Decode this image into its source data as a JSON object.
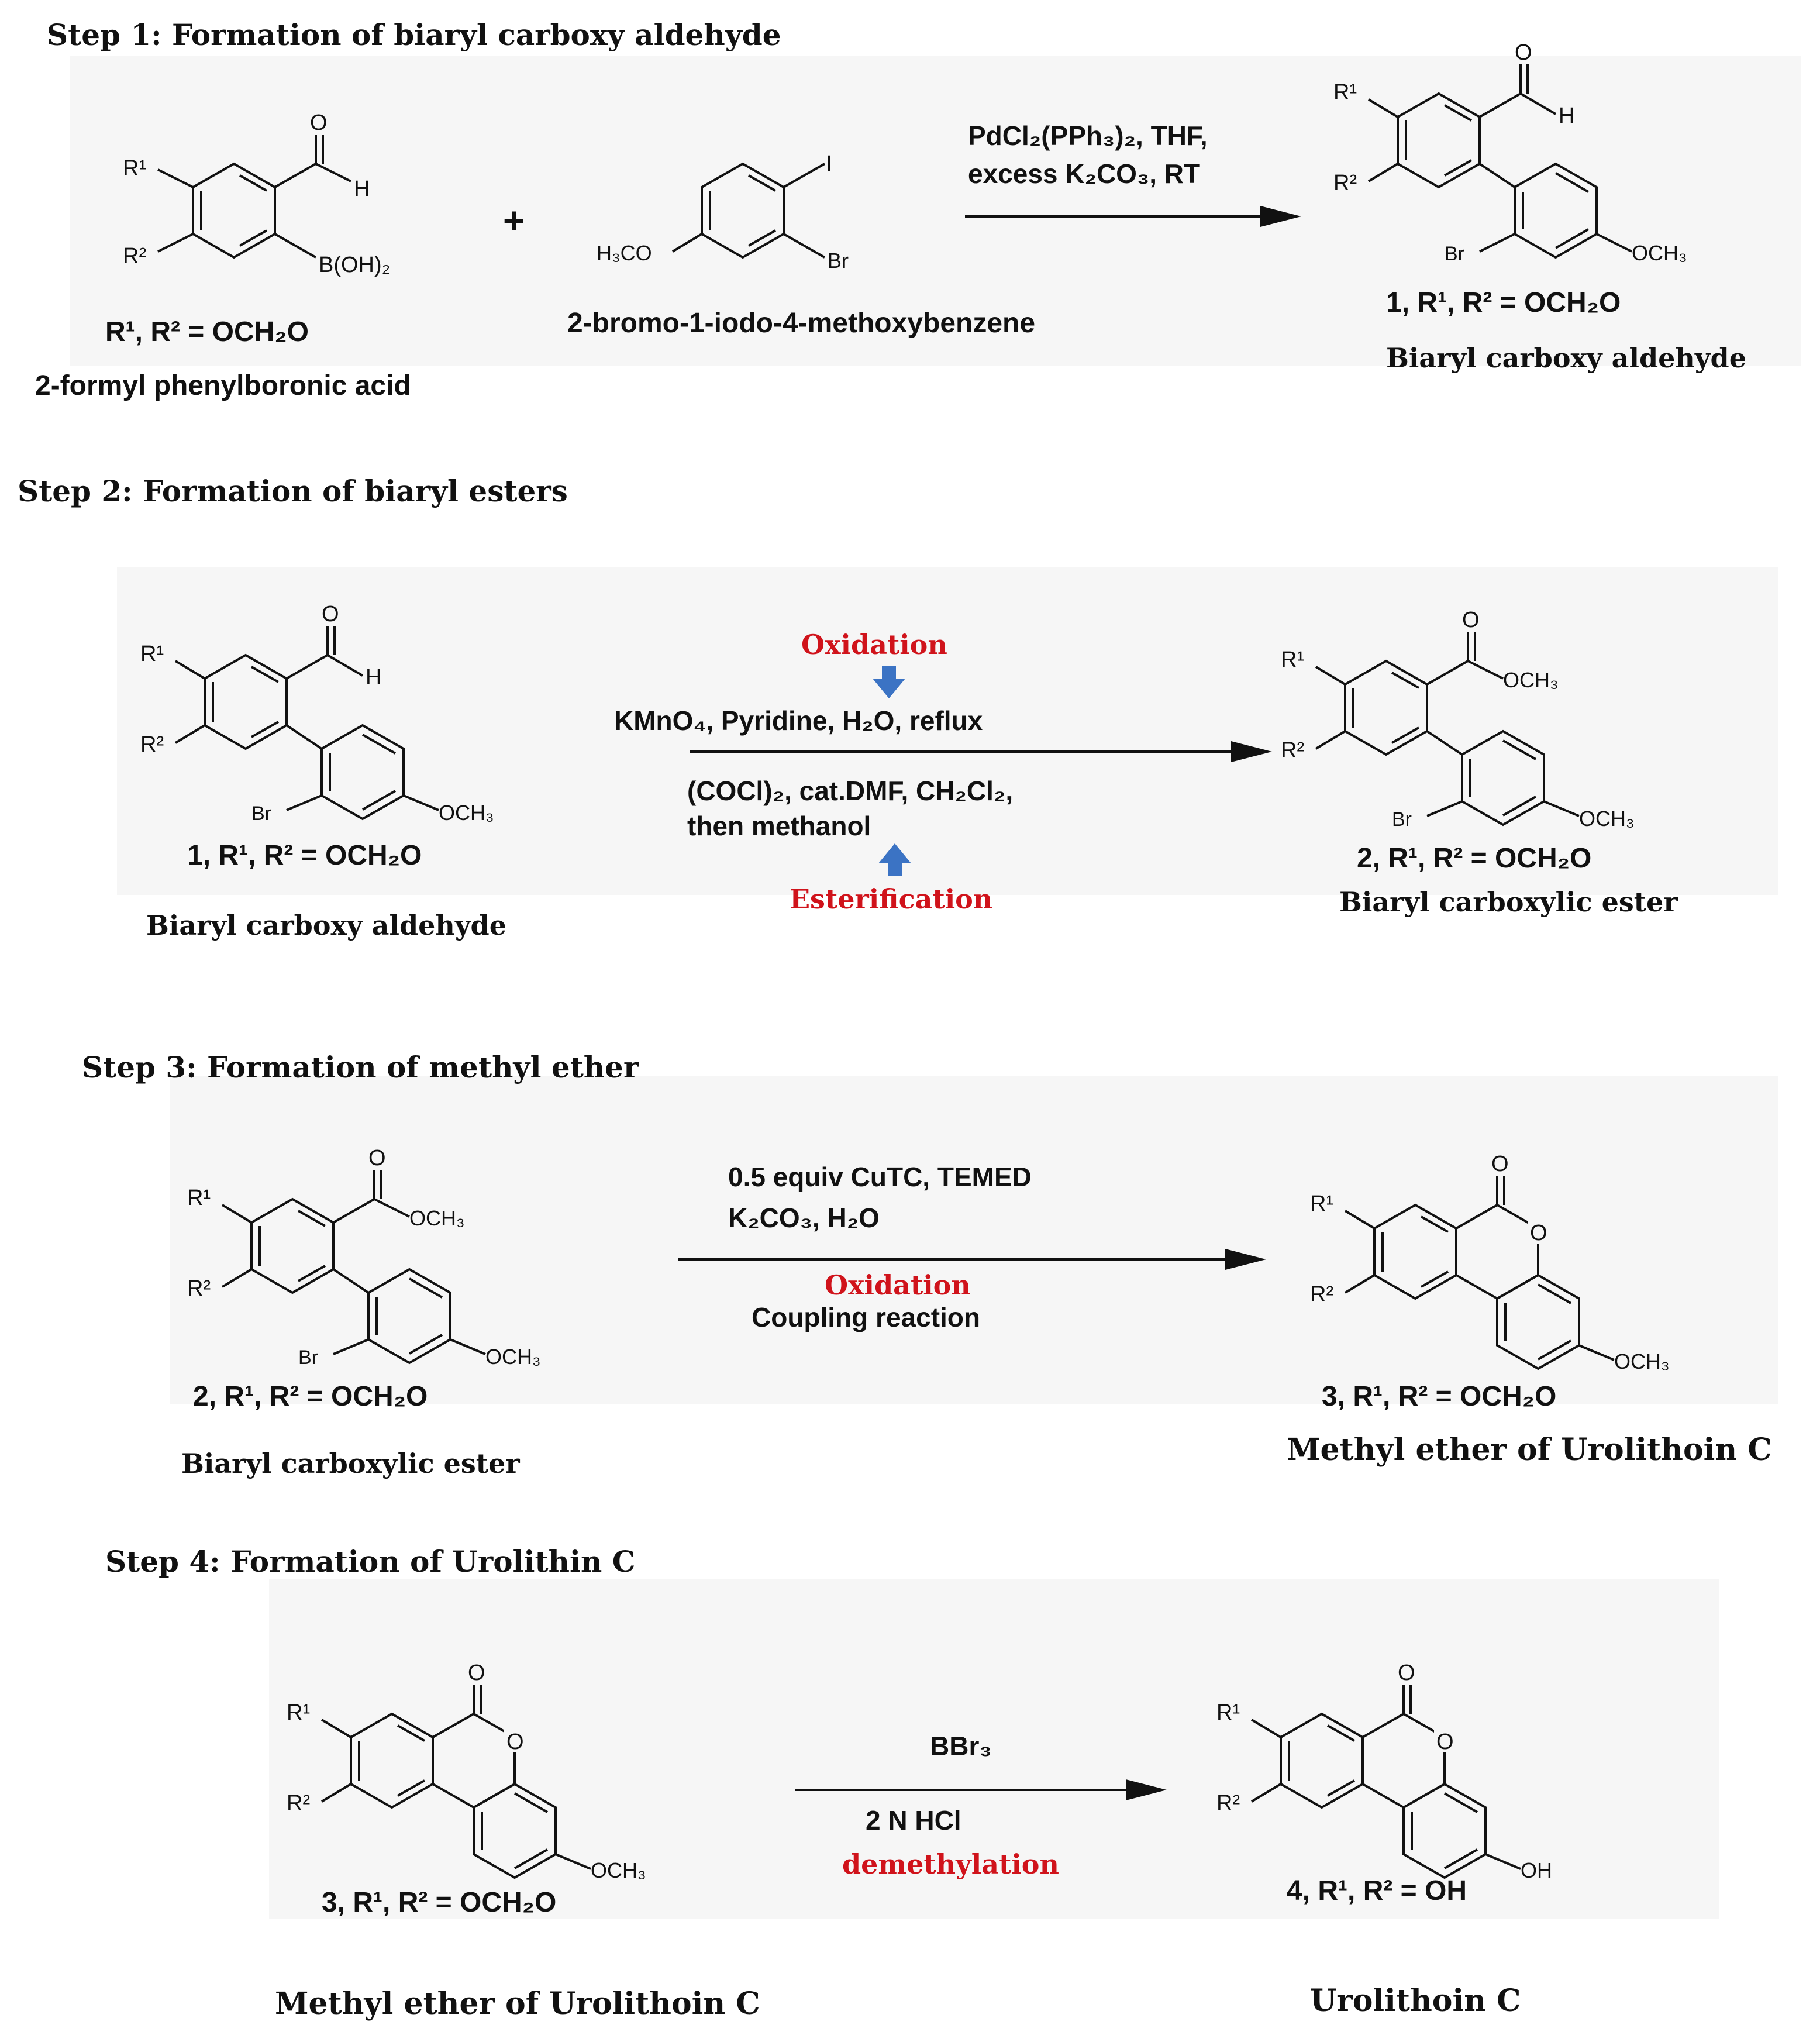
{
  "step1": {
    "header": "Step 1: Formation of biaryl carboxy aldehyde",
    "reactant1": {
      "label": "R¹, R² = OCH₂O",
      "name": "2-formyl phenylboronic acid"
    },
    "plus": "+",
    "reactant2": {
      "name": "2-bromo-1-iodo-4-methoxybenzene"
    },
    "reagents": [
      "PdCl₂(PPh₃)₂, THF,",
      "excess K₂CO₃, RT"
    ],
    "product": {
      "label": "1, R¹, R² = OCH₂O",
      "name": "Biaryl carboxy aldehyde"
    }
  },
  "step2": {
    "header": "Step 2: Formation of biaryl esters",
    "reactant": {
      "label": "1, R¹, R² = OCH₂O",
      "name": "Biaryl carboxy aldehyde"
    },
    "oxidation": "Oxidation",
    "reagents_top": "KMnO₄, Pyridine, H₂O, reflux",
    "reagents_bottom": [
      "(COCl)₂, cat.DMF, CH₂Cl₂,",
      "then methanol"
    ],
    "esterification": "Esterification",
    "product": {
      "label": "2, R¹, R² = OCH₂O",
      "name": "Biaryl carboxylic ester"
    }
  },
  "step3": {
    "header": "Step 3: Formation of methyl ether",
    "reactant": {
      "label": "2, R¹, R² = OCH₂O",
      "name": "Biaryl carboxylic ester"
    },
    "reagents": [
      "0.5 equiv CuTC, TEMED",
      "K₂CO₃, H₂O"
    ],
    "oxidation": "Oxidation",
    "coupling": "Coupling reaction",
    "product": {
      "label": "3, R¹, R² = OCH₂O",
      "name": "Methyl ether of Urolithoin C"
    }
  },
  "step4": {
    "header": "Step 4: Formation of Urolithin C",
    "reactant": {
      "label": "3, R¹, R² = OCH₂O",
      "name": "Methyl ether of Urolithoin C"
    },
    "reagent_top": "BBr₃",
    "reagent_bottom": "2 N HCl",
    "demethylation": "demethylation",
    "product": {
      "label": "4, R¹, R² = OH",
      "name": "Urolithoin C"
    }
  },
  "atoms": {
    "R1": "R¹",
    "R2": "R²",
    "O": "O",
    "H": "H",
    "I": "I",
    "Br": "Br",
    "BOH2": "B(OH)₂",
    "OCH3": "OCH₃",
    "H3CO": "H₃CO",
    "OH": "OH"
  },
  "colors": {
    "accent_red": "#d0131b",
    "arrow_blue": "#3b73c4",
    "panel": "#f6f6f6"
  }
}
